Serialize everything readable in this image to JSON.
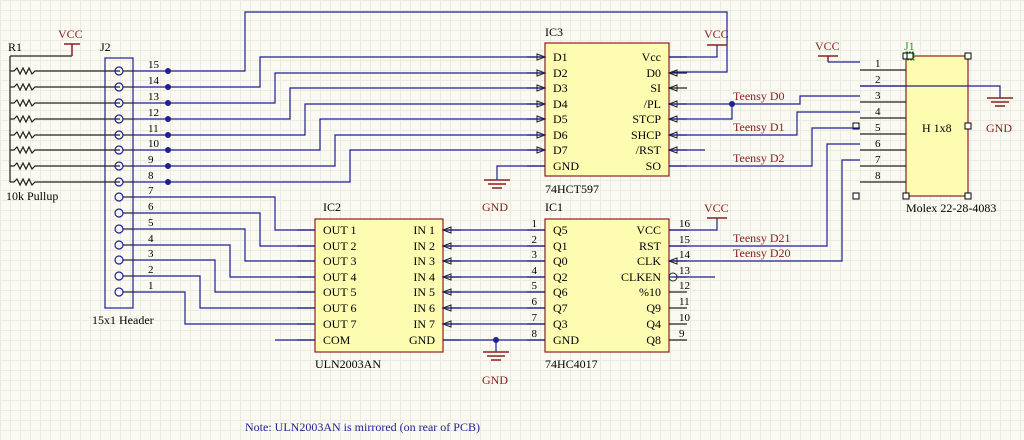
{
  "r1": {
    "ref": "R1",
    "value": "10k Pullup"
  },
  "j2": {
    "ref": "J2",
    "value": "15x1 Header",
    "pins": [
      "15",
      "14",
      "13",
      "12",
      "11",
      "10",
      "9",
      "8",
      "7",
      "6",
      "5",
      "4",
      "3",
      "2",
      "1"
    ]
  },
  "ic3": {
    "ref": "IC3",
    "part": "74HCT597",
    "left_pins": [
      "D1",
      "D2",
      "D3",
      "D4",
      "D5",
      "D6",
      "D7",
      "GND"
    ],
    "right_pins": [
      "Vcc",
      "D0",
      "SI",
      "/PL",
      "STCP",
      "SHCP",
      "/RST",
      "SO"
    ]
  },
  "ic2": {
    "ref": "IC2",
    "part": "ULN2003AN",
    "left_pins": [
      "OUT 1",
      "OUT 2",
      "OUT 3",
      "OUT 4",
      "OUT 5",
      "OUT 6",
      "OUT 7",
      "COM"
    ],
    "right_pins": [
      "IN 1",
      "IN 2",
      "IN 3",
      "IN 4",
      "IN 5",
      "IN 6",
      "IN 7",
      "GND"
    ]
  },
  "ic1": {
    "ref": "IC1",
    "part": "74HC4017",
    "left_pins": [
      "Q5",
      "Q1",
      "Q0",
      "Q2",
      "Q6",
      "Q7",
      "Q3",
      "GND"
    ],
    "left_nums": [
      "1",
      "2",
      "3",
      "4",
      "5",
      "6",
      "7",
      "8"
    ],
    "right_pins": [
      "VCC",
      "RST",
      "CLK",
      "CLKEN",
      "%10",
      "Q9",
      "Q4",
      "Q8"
    ],
    "right_nums": [
      "16",
      "15",
      "14",
      "13",
      "12",
      "11",
      "10",
      "9"
    ]
  },
  "j1": {
    "ref": "J1",
    "value": "H 1x8",
    "part": "Molex 22-28-4083",
    "pins": [
      "1",
      "2",
      "3",
      "4",
      "5",
      "6",
      "7",
      "8"
    ]
  },
  "nets": {
    "vcc": "VCC",
    "gnd": "GND",
    "teensy_d0": "Teensy D0",
    "teensy_d1": "Teensy D1",
    "teensy_d2": "Teensy D2",
    "teensy_d21": "Teensy D21",
    "teensy_d20": "Teensy D20"
  },
  "note": "Note: ULN2003AN is mirrored (on rear of PCB)"
}
